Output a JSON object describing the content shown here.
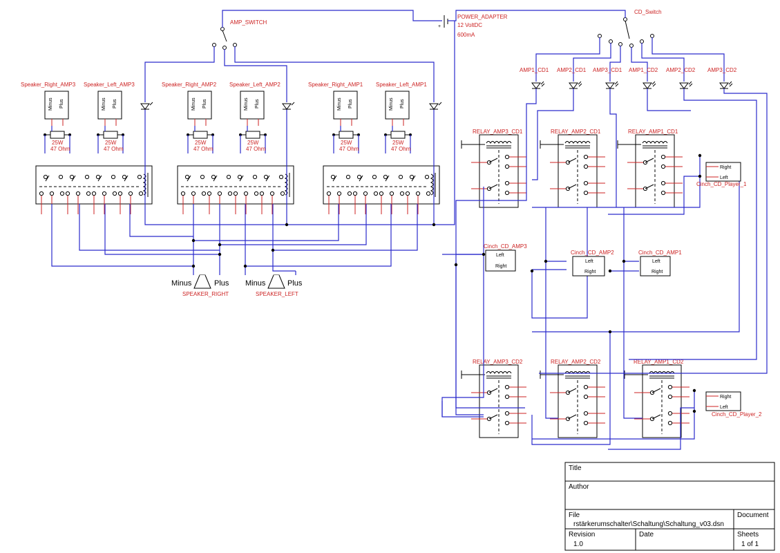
{
  "labels": {
    "amp_switch": "AMP_SWITCH",
    "cd_switch": "CD_Switch",
    "power_adapter": "POWER_ADAPTER",
    "power_voltage": "12 VoltDC",
    "power_current": "600mA",
    "speaker_right": "SPEAKER_RIGHT",
    "speaker_left": "SPEAKER_LEFT",
    "minus": "Minus",
    "plus": "Plus",
    "left": "Left",
    "right": "Right",
    "cinch_player_1": "Cinch_CD_Player_1",
    "cinch_player_2": "Cinch_CD_Player_2",
    "cinch_amp3": "Cinch_CD_AMP3",
    "cinch_amp2": "Cinch_CD_AMP2",
    "cinch_amp1": "Cinch_CD_AMP1"
  },
  "speaker_connectors": [
    {
      "name": "Speaker_Right_AMP3"
    },
    {
      "name": "Speaker_Left_AMP3"
    },
    {
      "name": "Speaker_Right_AMP2"
    },
    {
      "name": "Speaker_Left_AMP2"
    },
    {
      "name": "Speaker_Right_AMP1"
    },
    {
      "name": "Speaker_Left_AMP1"
    }
  ],
  "resistor_rating": {
    "power": "25W",
    "resistance": "47 Ohm"
  },
  "leds": [
    "AMP1_CD1",
    "AMP2_CD1",
    "AMP3_CD1",
    "AMP1_CD2",
    "AMP2_CD2",
    "AMP3_CD2"
  ],
  "relays_cd1": [
    "RELAY_AMP3_CD1",
    "RELAY_AMP2_CD1",
    "RELAY_AMP1_CD1"
  ],
  "relays_cd2": [
    "RELAY_AMP3_CD2",
    "RELAY_AMP2_CD2",
    "RELAY_AMP1_CD2"
  ],
  "title_block": {
    "title_label": "Title",
    "author_label": "Author",
    "file_label": "File",
    "file_value": "rstärkerumschalter\\Schaltung\\Schaltung_v03.dsn",
    "document_label": "Document",
    "revision_label": "Revision",
    "revision_value": "1.0",
    "date_label": "Date",
    "sheets_label": "Sheets",
    "sheets_value": "1 of 1"
  }
}
